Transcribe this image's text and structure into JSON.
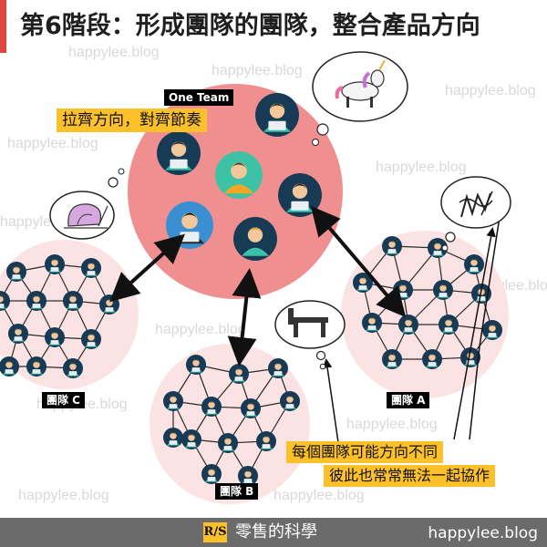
{
  "title": "第6階段：形成團隊的團隊，整合產品方向",
  "one_team_label": "One Team",
  "one_team_caption": "拉齊方向，對齊節奏",
  "teams": {
    "a": "團隊 A",
    "b": "團隊 B",
    "c": "團隊 C"
  },
  "note_lines": [
    "每個團隊可能方向不同",
    "彼此也常常無法一起協作"
  ],
  "watermark": "happylee.blog",
  "footer": {
    "logo": "R/S",
    "brand": "零售的科學",
    "site": "happylee.blog"
  },
  "thought_bubbles": [
    "unicorn-icon",
    "snail-icon",
    "scribble-icon",
    "bench-icon"
  ],
  "colors": {
    "accent_red": "#e2453c",
    "big_circle": "#f08f8f",
    "team_circle": "#fbe3e3",
    "avatar_bg": "#173a55",
    "avatar_ring": "#3a8fd0",
    "highlight": "#fcc02a",
    "footer": "#6b6b6b"
  }
}
